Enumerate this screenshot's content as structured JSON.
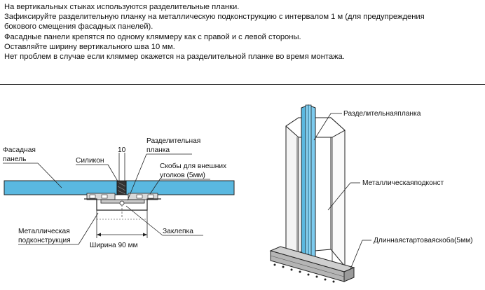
{
  "intro_lines": [
    "На вертикальных стыках используются разделительные планки.",
    "Зафиксируйте разделительную планку на металлическую подконструкцию с интервалом 1 м (для предупреждения",
    "бокового смещения фасадных панелей).",
    "Фасадные панели крепятся по одному кляммеру как с правой и с левой стороны.",
    "Оставляйте ширину вертикального шва 10 мм.",
    "Нет проблем в случае если кляммер окажется на разделительной планке во время монтажа."
  ],
  "section_view": {
    "facade_panel": [
      "Фасадная",
      "панель"
    ],
    "silicone": "Силикон",
    "gap_dimension": "10",
    "divider_strip": [
      "Разделительная",
      "планка"
    ],
    "outer_corner_clips": [
      "Скобы для внешних",
      "уголков (5мм)"
    ],
    "metal_frame": [
      "Металлическая",
      "подконструкция"
    ],
    "rivet": "Заклепка",
    "width": "Ширина 90 мм"
  },
  "perspective_view": {
    "divider_strip": "Разделительнаяпланка",
    "metal_frame": "Металлическаяподконст",
    "starter_strip": "Длиннаястартоваяскоба(5мм)"
  },
  "colors": {
    "panel_blue": "#5ab8e0",
    "metal_grey": "#c9c9c9",
    "line": "#222222"
  }
}
